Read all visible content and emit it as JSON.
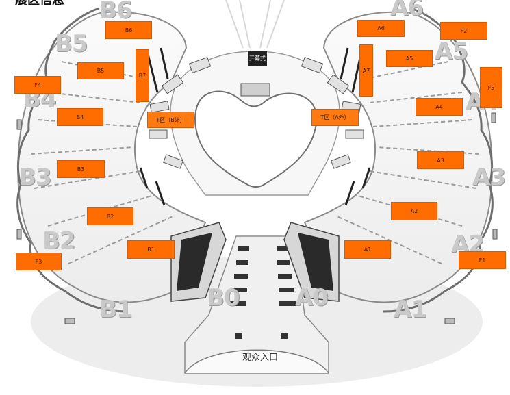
{
  "title": "展区信息",
  "center_sign": "开幕式",
  "entrance": "观众入口",
  "colors": {
    "tag": "#ff6d00",
    "floor": "#f4f4f4",
    "wall": "#9a9a9a"
  },
  "hall_labels": {
    "B6": "B6",
    "B5": "B5",
    "B4": "B4",
    "B3": "B3",
    "B2": "B2",
    "B1": "B1",
    "B0": "B0",
    "A0": "A0",
    "A1": "A1",
    "A2": "A2",
    "A3": "A3",
    "A4": "A4",
    "A5": "A5",
    "A6": "A6"
  },
  "zones": {
    "B6": "B6",
    "B5": "B5",
    "B7": "B7",
    "F4": "F4",
    "B4": "B4",
    "T_B": "T区（B外）",
    "B3": "B3",
    "B2": "B2",
    "B1": "B1",
    "F3": "F3",
    "A6": "A6",
    "F2": "F2",
    "A5": "A5",
    "A7": "A7",
    "F5": "F5",
    "A4": "A4",
    "T_A": "T区（A外）",
    "A3": "A3",
    "A2": "A2",
    "A1": "A1",
    "F1": "F1"
  }
}
